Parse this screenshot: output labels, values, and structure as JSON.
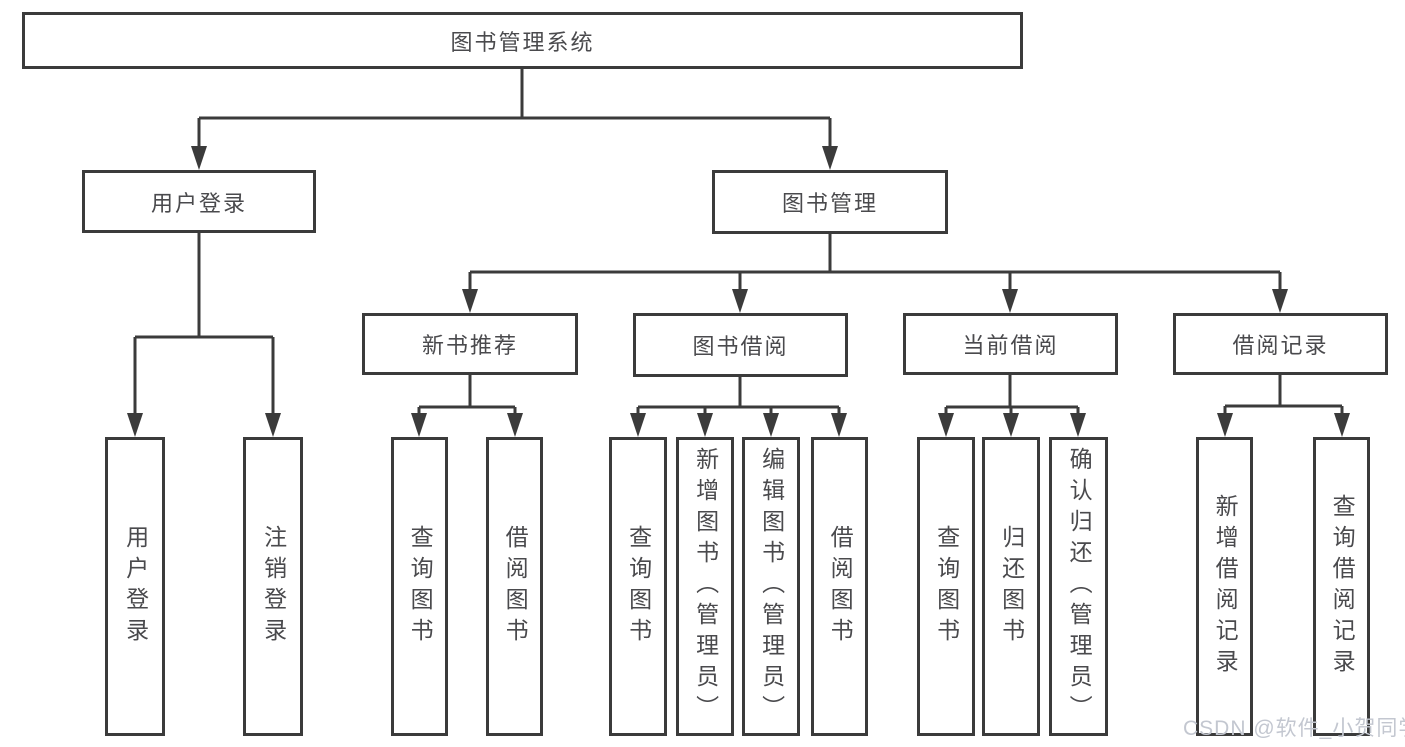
{
  "tree": {
    "label": "图书管理系统",
    "children": [
      {
        "label": "用户登录",
        "children": [
          {
            "label": "用户登录"
          },
          {
            "label": "注销登录"
          }
        ]
      },
      {
        "label": "图书管理",
        "children": [
          {
            "label": "新书推荐",
            "children": [
              {
                "label": "查询图书"
              },
              {
                "label": "借阅图书"
              }
            ]
          },
          {
            "label": "图书借阅",
            "children": [
              {
                "label": "查询图书"
              },
              {
                "label": "新增图书（管理员）"
              },
              {
                "label": "编辑图书（管理员）"
              },
              {
                "label": "借阅图书"
              }
            ]
          },
          {
            "label": "当前借阅",
            "children": [
              {
                "label": "查询图书"
              },
              {
                "label": "归还图书"
              },
              {
                "label": "确认归还（管理员）"
              }
            ]
          },
          {
            "label": "借阅记录",
            "children": [
              {
                "label": "新增借阅记录"
              },
              {
                "label": "查询借阅记录"
              }
            ]
          }
        ]
      }
    ]
  },
  "watermark": {
    "text": "CSDN @软件_小贺同学"
  },
  "colors": {
    "line": "#3b3b3b",
    "box_border": "#3b3b3b",
    "text": "#4a4a4d",
    "background": "#ffffff",
    "watermark": "#c3c7d0"
  }
}
